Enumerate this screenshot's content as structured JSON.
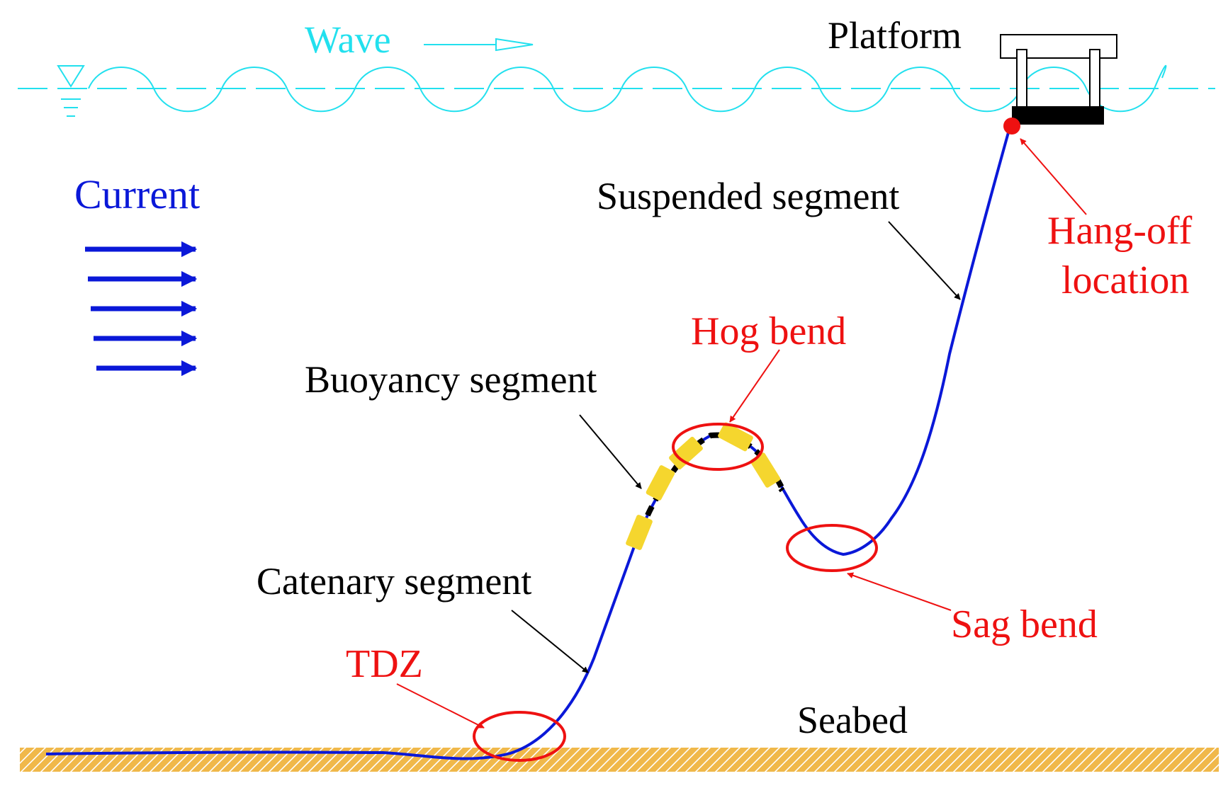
{
  "labels": {
    "wave": "Wave",
    "platform": "Platform",
    "current": "Current",
    "suspended_segment": "Suspended segment",
    "hang_off_line1": "Hang-off",
    "hang_off_line2": "location",
    "hog_bend": "Hog bend",
    "buoyancy_segment": "Buoyancy segment",
    "sag_bend": "Sag bend",
    "catenary_segment": "Catenary segment",
    "tdz": "TDZ",
    "seabed": "Seabed"
  },
  "colors": {
    "water": "#22e0ee",
    "riser": "#0a18d8",
    "highlight": "#ee1111",
    "buoyancy": "#f5d62e",
    "seabed": "#f0b84a",
    "text": "#000000"
  },
  "icons": {
    "water_level": "inverted-triangle-water-level-icon",
    "wave_direction": "hollow-arrow-right-icon",
    "current_direction": "arrow-right-icon"
  }
}
